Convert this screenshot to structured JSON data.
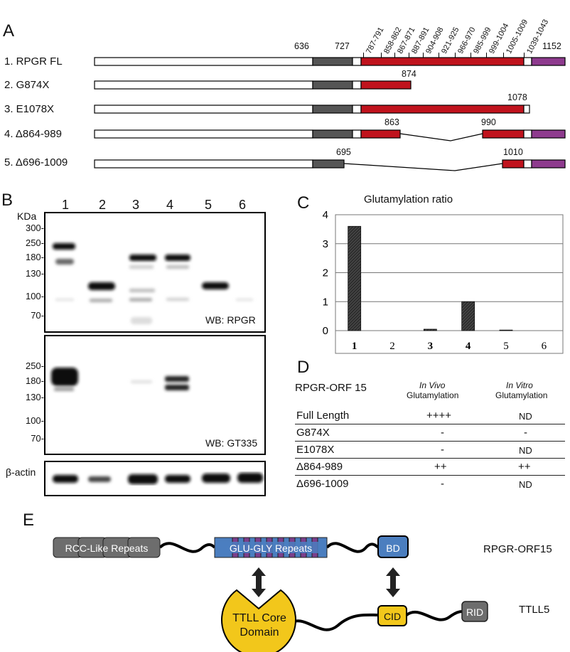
{
  "panelA": {
    "letter": "A",
    "constructs": [
      {
        "label": "1. RPGR FL"
      },
      {
        "label": "2. G874X"
      },
      {
        "label": "3. E1078X"
      },
      {
        "label": "4. Δ864-989"
      },
      {
        "label": "5. Δ696-1009"
      }
    ],
    "top_positions": {
      "p636": "636",
      "p727": "727",
      "p1152": "1152"
    },
    "slanted_ranges": [
      "787-791",
      "858-862",
      "867-871",
      "887-891",
      "904-908",
      "921-925",
      "966-970",
      "985-999",
      "999-1004",
      "1005-1009",
      "1039-1043"
    ],
    "row_positions": {
      "g874": "874",
      "e1078": "1078",
      "d863": "863",
      "d990": "990",
      "d695": "695",
      "d1010": "1010"
    },
    "colors": {
      "rcc": "#555555",
      "glu": "#c0131d",
      "basic": "#8e3b8e"
    }
  },
  "panelB": {
    "letter": "B",
    "lanes": [
      "1",
      "2",
      "3",
      "4",
      "5",
      "6"
    ],
    "kda_label": "KDa",
    "top_markers": [
      "300-",
      "250-",
      "180-",
      "130-",
      "100-",
      "70-"
    ],
    "mid_markers": [
      "250-",
      "180-",
      "130-",
      "100-",
      "70-"
    ],
    "wb_rpgr": "WB: RPGR",
    "wb_gt335": "WB: GT335",
    "actin_label": "β-actin"
  },
  "panelC": {
    "letter": "C",
    "chart_data": {
      "type": "bar",
      "title": "Glutamylation ratio",
      "categories": [
        "1",
        "2",
        "3",
        "4",
        "5",
        "6"
      ],
      "values": [
        3.6,
        0,
        0.05,
        1.0,
        0.02,
        0
      ],
      "ylim": [
        0,
        4
      ],
      "yticks": [
        "0",
        "1",
        "2",
        "3",
        "4"
      ],
      "grid": true
    }
  },
  "panelD": {
    "letter": "D",
    "header_left": "RPGR-ORF 15",
    "col1_title": "In Vivo",
    "col1_sub": "Glutamylation",
    "col2_title": "In Vitro",
    "col2_sub": "Glutamylation",
    "rows": [
      {
        "name": "Full Length",
        "in_vivo": "++++",
        "in_vitro": "ND"
      },
      {
        "name": "G874X",
        "in_vivo": "-",
        "in_vitro": "-"
      },
      {
        "name": "E1078X",
        "in_vivo": "-",
        "in_vitro": "ND"
      },
      {
        "name": "Δ864-989",
        "in_vivo": "++",
        "in_vitro": "++"
      },
      {
        "name": "Δ696-1009",
        "in_vivo": "-",
        "in_vitro": "ND"
      }
    ]
  },
  "panelE": {
    "letter": "E",
    "rcc_label": "RCC-Like Repeats",
    "glu_label": "GLU-GLY Repeats",
    "bd_label": "BD",
    "rpgr_name": "RPGR-ORF15",
    "ttll_core_line1": "TTLL Core",
    "ttll_core_line2": "Domain",
    "cid_label": "CID",
    "rid_label": "RID",
    "ttll_name": "TTLL5"
  }
}
